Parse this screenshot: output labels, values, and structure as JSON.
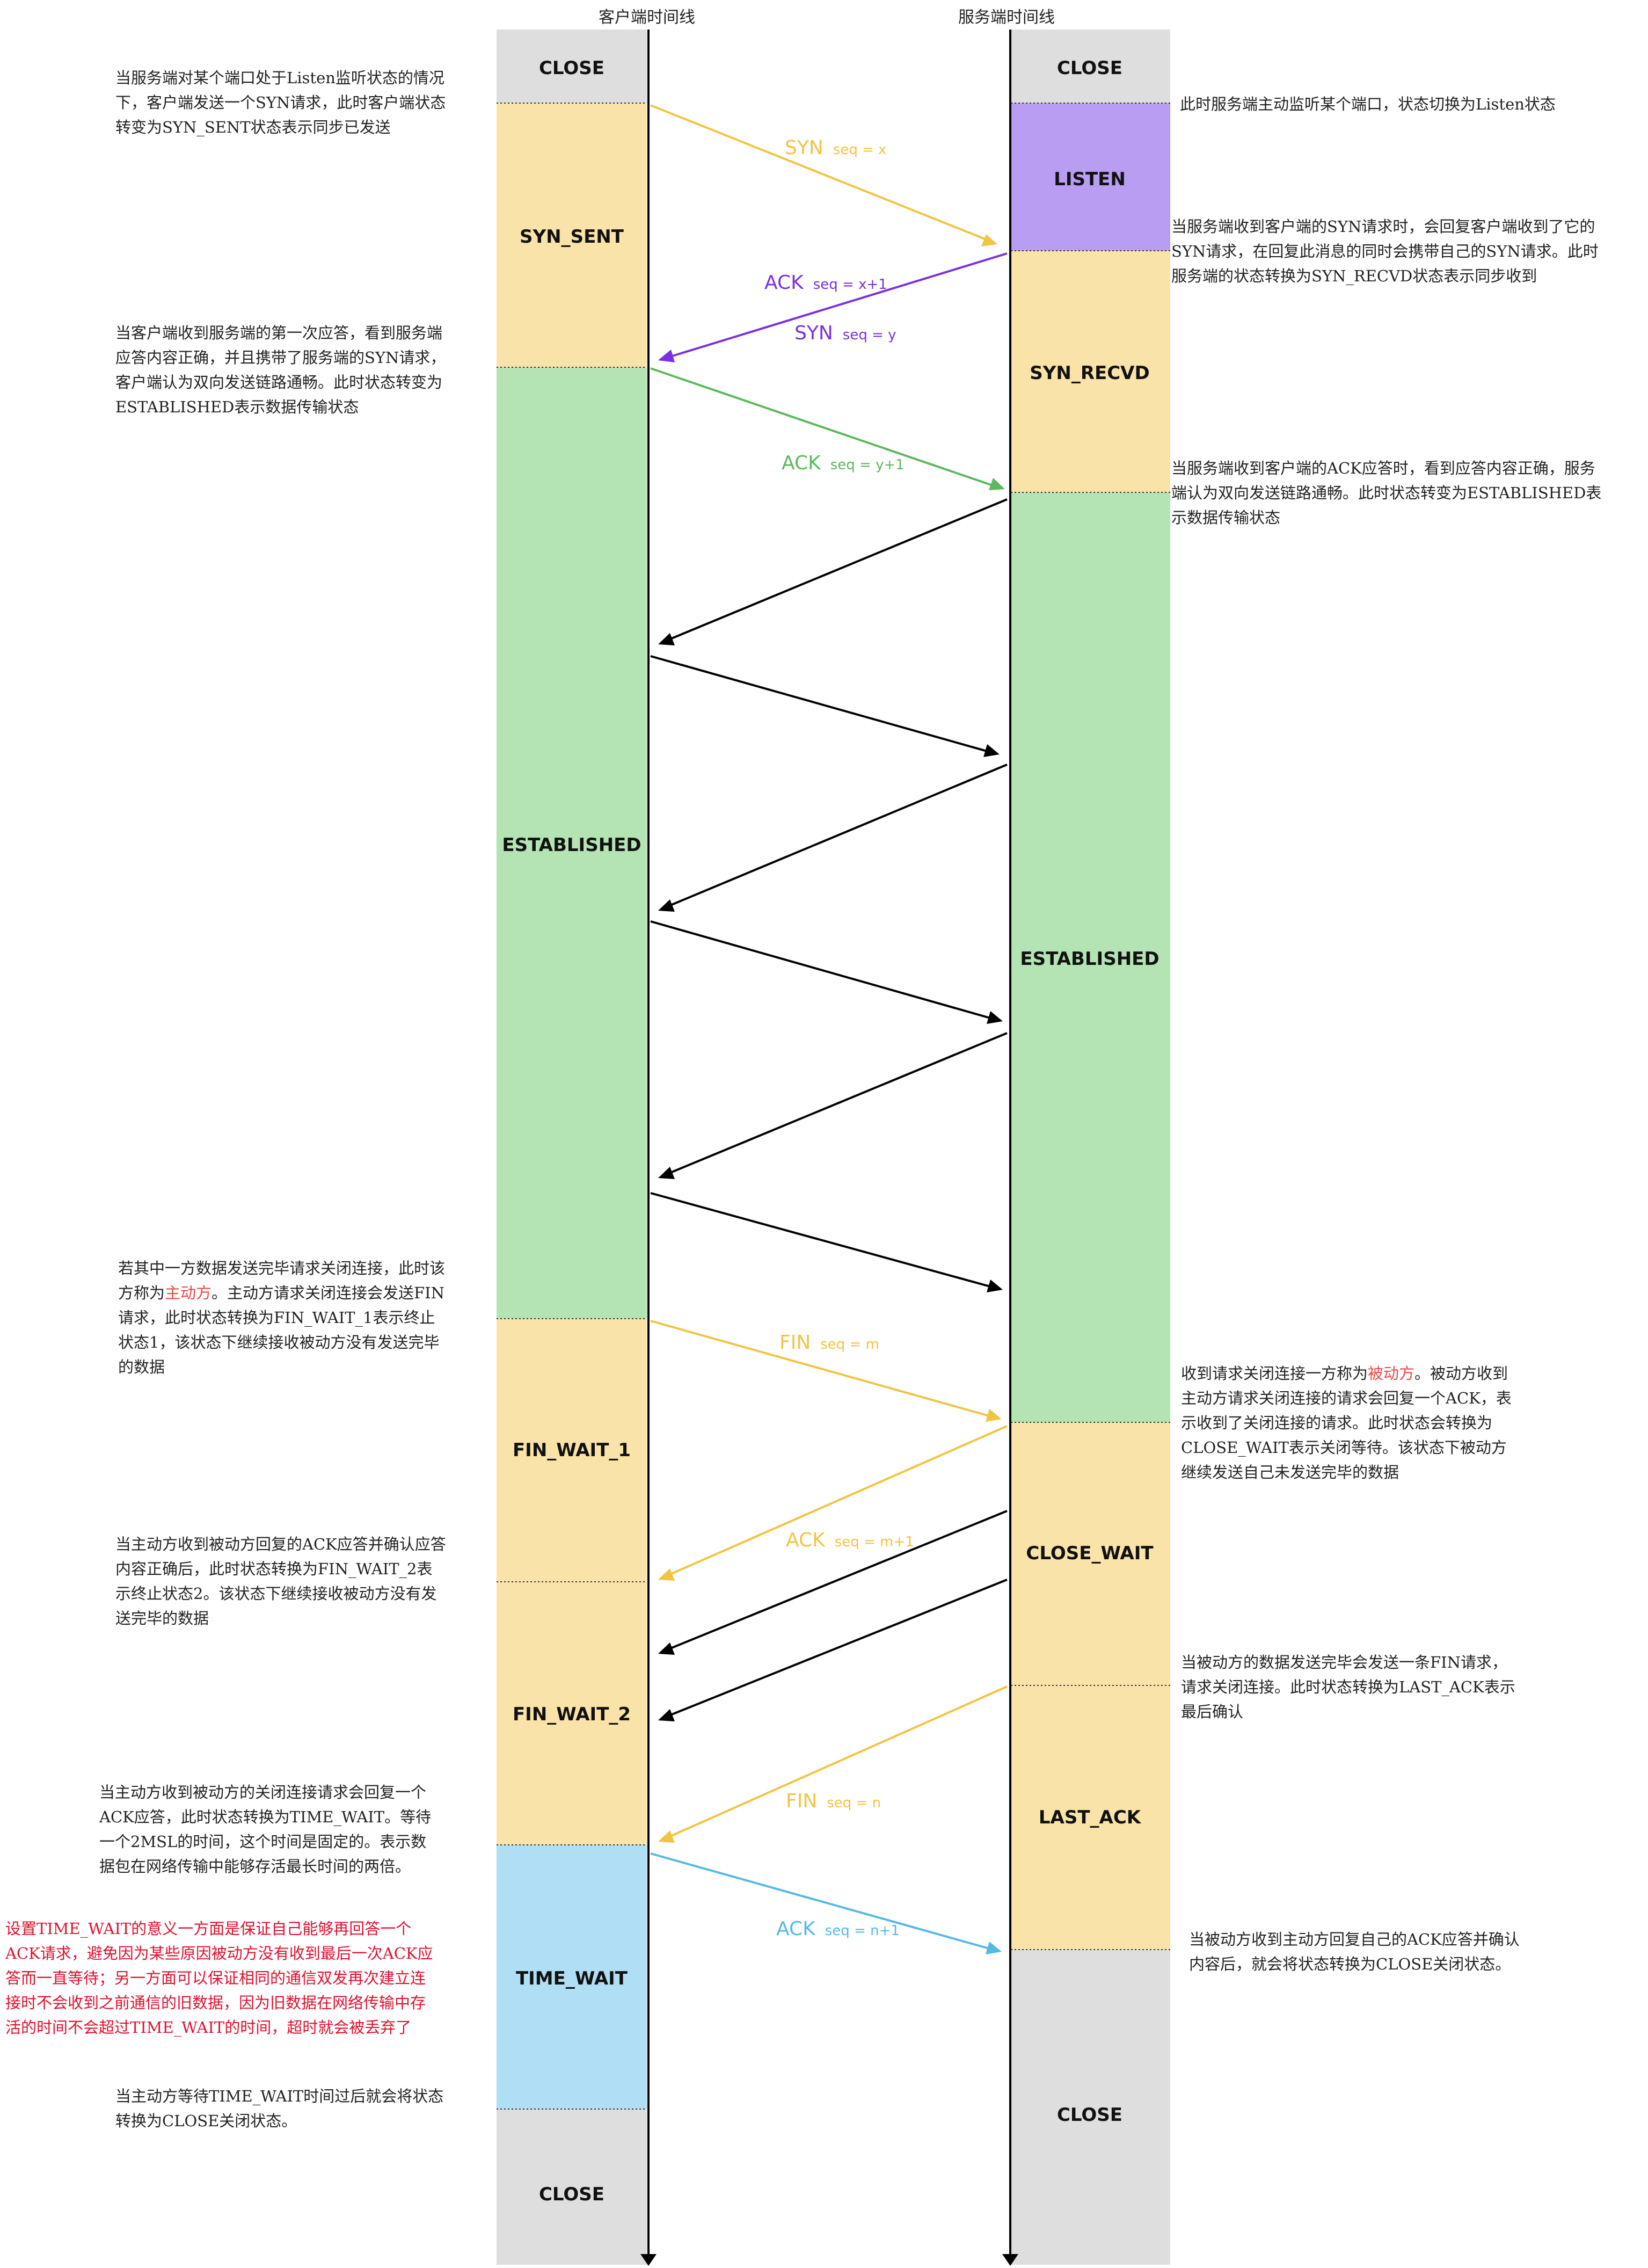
{
  "columns": {
    "client_title": "客户端时间线",
    "server_title": "服务端时间线"
  },
  "colors": {
    "close": "#dedede",
    "yellow": "#fae3a8",
    "green": "#b4e3b4",
    "purple": "#b89df2",
    "blue": "#b0def5",
    "syn": "#f1c442",
    "ack_purple": "#7a30e0",
    "ack_green": "#5cb85c",
    "ack_blue": "#55b9e6",
    "data": "#000000",
    "highlight": "#e84a4a",
    "warning": "#e0102f"
  },
  "client_states": [
    {
      "label": "CLOSE",
      "color": "close"
    },
    {
      "label": "SYN_SENT",
      "color": "yellow"
    },
    {
      "label": "ESTABLISHED",
      "color": "green"
    },
    {
      "label": "FIN_WAIT_1",
      "color": "yellow"
    },
    {
      "label": "FIN_WAIT_2",
      "color": "yellow"
    },
    {
      "label": "TIME_WAIT",
      "color": "blue"
    },
    {
      "label": "CLOSE",
      "color": "close"
    }
  ],
  "server_states": [
    {
      "label": "CLOSE",
      "color": "close"
    },
    {
      "label": "LISTEN",
      "color": "purple"
    },
    {
      "label": "SYN_RECVD",
      "color": "yellow"
    },
    {
      "label": "ESTABLISHED",
      "color": "green"
    },
    {
      "label": "CLOSE_WAIT",
      "color": "yellow"
    },
    {
      "label": "LAST_ACK",
      "color": "yellow"
    },
    {
      "label": "CLOSE",
      "color": "close"
    }
  ],
  "messages": [
    {
      "name": "syn-x",
      "main": "SYN",
      "seq": "seq = x",
      "color": "syn"
    },
    {
      "name": "ack-x1",
      "main": "ACK",
      "seq": "seq = x+1",
      "color": "ack_purple"
    },
    {
      "name": "syn-y",
      "main": "SYN",
      "seq": "seq = y",
      "color": "ack_purple"
    },
    {
      "name": "ack-y1",
      "main": "ACK",
      "seq": "seq = y+1",
      "color": "ack_green"
    },
    {
      "name": "fin-m",
      "main": "FIN",
      "seq": "seq = m",
      "color": "syn"
    },
    {
      "name": "ack-m1",
      "main": "ACK",
      "seq": "seq = m+1",
      "color": "syn"
    },
    {
      "name": "fin-n",
      "main": "FIN",
      "seq": "seq = n",
      "color": "syn"
    },
    {
      "name": "ack-n1",
      "main": "ACK",
      "seq": "seq = n+1",
      "color": "ack_blue"
    }
  ],
  "notes": {
    "client_syn_sent": [
      "当服务端对某个端口处于Listen监听状态的情况",
      "下，客户端发送一个SYN请求，此时客户端状态",
      "转变为SYN_SENT状态表示同步已发送"
    ],
    "client_established": [
      "当客户端收到服务端的第一次应答，看到服务端",
      "应答内容正确，并且携带了服务端的SYN请求，",
      "客户端认为双向发送链路通畅。此时状态转变为",
      "ESTABLISHED表示数据传输状态"
    ],
    "client_fin_wait_1": {
      "line1": "若其中一方数据发送完毕请求关闭连接，此时该",
      "line2_before": "方称为",
      "line2_highlight": "主动方",
      "line2_after": "。主动方请求关闭连接会发送FIN",
      "rest": [
        "请求，此时状态转换为FIN_WAIT_1表示终止",
        "状态1，该状态下继续接收被动方没有发送完毕",
        "的数据"
      ]
    },
    "client_fin_wait_2": [
      "当主动方收到被动方回复的ACK应答并确认应答",
      "内容正确后，此时状态转换为FIN_WAIT_2表",
      "示终止状态2。该状态下继续接收被动方没有发",
      "送完毕的数据"
    ],
    "client_time_wait": [
      "当主动方收到被动方的关闭连接请求会回复一个",
      "ACK应答，此时状态转换为TIME_WAIT。等待",
      "一个2MSL的时间，这个时间是固定的。表示数",
      "据包在网络传输中能够存活最长时间的两倍。"
    ],
    "time_wait_reason": [
      "设置TIME_WAIT的意义一方面是保证自己能够再回答一个",
      "ACK请求，避免因为某些原因被动方没有收到最后一次ACK应",
      "答而一直等待；另一方面可以保证相同的通信双发再次建立连",
      "接时不会收到之前通信的旧数据，因为旧数据在网络传输中存",
      "活的时间不会超过TIME_WAIT的时间，超时就会被丢弃了"
    ],
    "client_close": [
      "当主动方等待TIME_WAIT时间过后就会将状态",
      "转换为CLOSE关闭状态。"
    ],
    "server_listen": [
      "此时服务端主动监听某个端口，状态切换为Listen状态"
    ],
    "server_syn_recvd": [
      "当服务端收到客户端的SYN请求时，会回复客户端收到了它的",
      "SYN请求，在回复此消息的同时会携带自己的SYN请求。此时",
      "服务端的状态转换为SYN_RECVD状态表示同步收到"
    ],
    "server_established": [
      "当服务端收到客户端的ACK应答时，看到应答内容正确，服务",
      "端认为双向发送链路通畅。此时状态转变为ESTABLISHED表",
      "示数据传输状态"
    ],
    "server_close_wait": {
      "line1_before": "收到请求关闭连接一方称为",
      "line1_highlight": "被动方",
      "line1_after": "。被动方收到",
      "rest": [
        "主动方请求关闭连接的请求会回复一个ACK，表",
        "示收到了关闭连接的请求。此时状态会转换为",
        "CLOSE_WAIT表示关闭等待。该状态下被动方",
        "继续发送自己未发送完毕的数据"
      ]
    },
    "server_last_ack": [
      "当被动方的数据发送完毕会发送一条FIN请求，",
      "请求关闭连接。此时状态转换为LAST_ACK表示",
      "最后确认"
    ],
    "server_close": [
      "当被动方收到主动方回复自己的ACK应答并确认",
      "内容后，就会将状态转换为CLOSE关闭状态。"
    ]
  }
}
